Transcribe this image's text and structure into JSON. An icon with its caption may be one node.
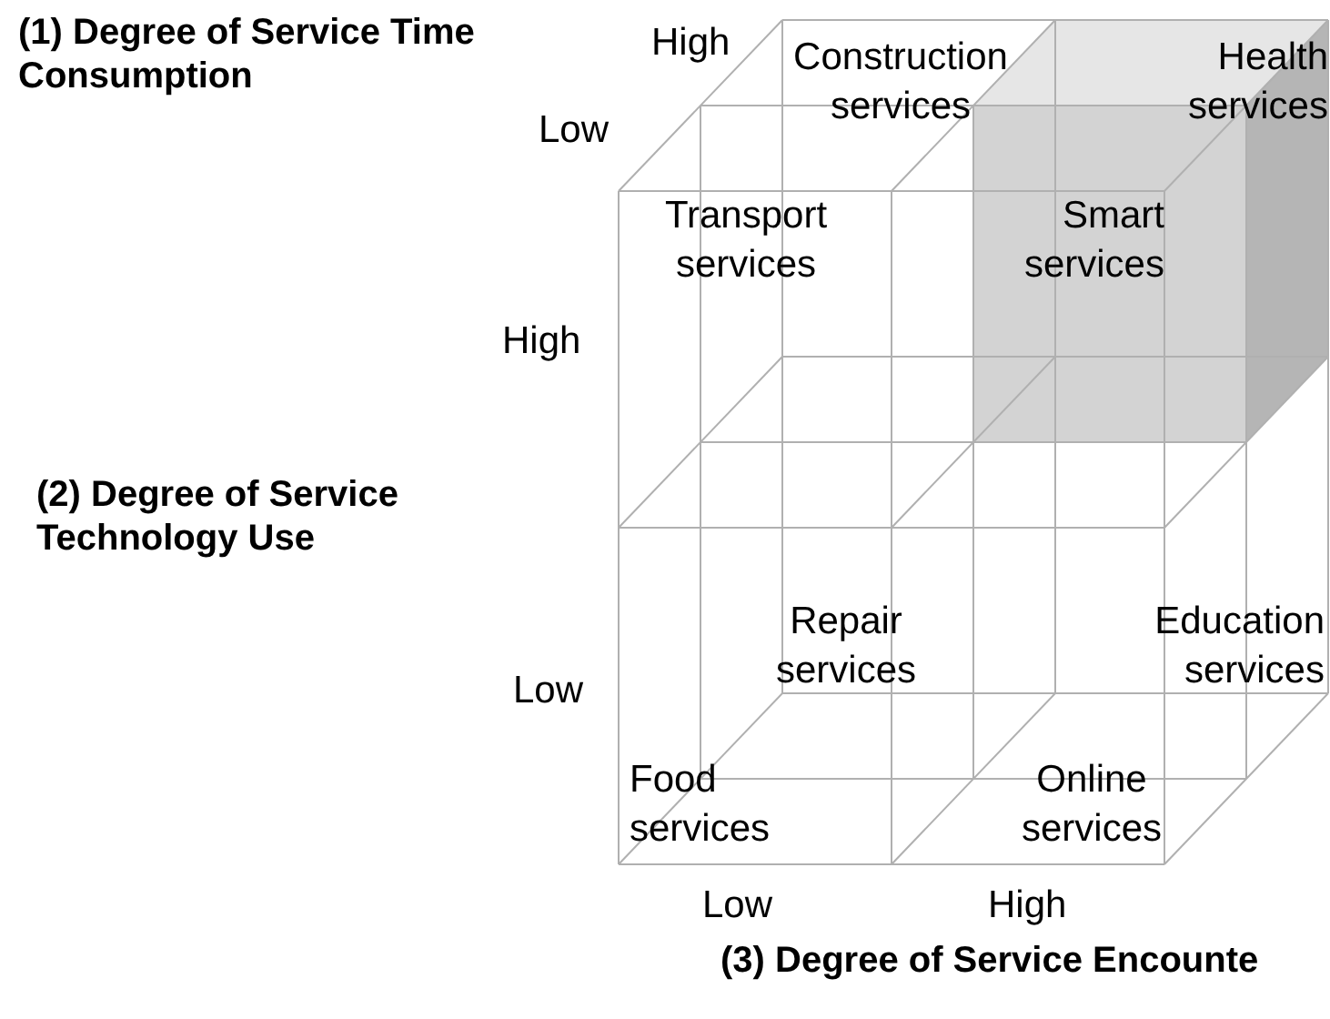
{
  "diagram": {
    "labels": [
      "(1) Degree of Service Time Consumption",
      "High",
      "Construction services",
      "Health services",
      "Low",
      "Transport services",
      "Smart services",
      "High",
      "(2) Degree of Service Technology Use",
      "Repair services",
      "Education services",
      "Low",
      "Food services",
      "Online services",
      "Low",
      "High",
      "(3) Degree of Service Encounte"
    ]
  }
}
